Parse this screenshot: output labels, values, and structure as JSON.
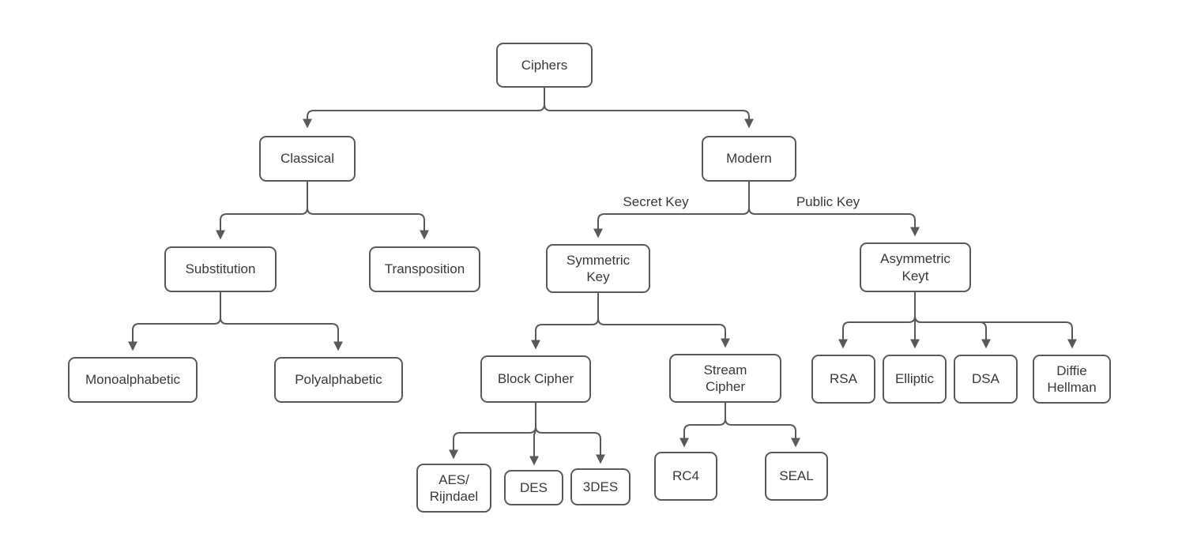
{
  "diagram": {
    "background": "#ffffff",
    "line_color": "#595959",
    "box_border_color": "#595959",
    "text_color": "#383838",
    "nodes": {
      "ciphers": {
        "label": "Ciphers"
      },
      "classical": {
        "label": "Classical"
      },
      "modern": {
        "label": "Modern"
      },
      "substitution": {
        "label": "Substitution"
      },
      "transposition": {
        "label": "Transposition"
      },
      "monoalphabetic": {
        "label": "Monoalphabetic"
      },
      "polyalphabetic": {
        "label": "Polyalphabetic"
      },
      "symmetric_key": {
        "label": "Symmetric\nKey"
      },
      "asymmetric_key": {
        "label": "Asymmetric\nKeyt"
      },
      "block_cipher": {
        "label": "Block Cipher"
      },
      "stream_cipher": {
        "label": "Stream\nCipher"
      },
      "aes_rijndael": {
        "label": "AES/\nRijndael"
      },
      "des": {
        "label": "DES"
      },
      "three_des": {
        "label": "3DES"
      },
      "rc4": {
        "label": "RC4"
      },
      "seal": {
        "label": "SEAL"
      },
      "rsa": {
        "label": "RSA"
      },
      "elliptic": {
        "label": "Elliptic"
      },
      "dsa": {
        "label": "DSA"
      },
      "diffie_hellman": {
        "label": "Diffie\nHellman"
      }
    },
    "edge_labels": {
      "secret_key": "Secret Key",
      "public_key": "Public Key"
    },
    "edges": [
      {
        "from": "ciphers",
        "to": "classical"
      },
      {
        "from": "ciphers",
        "to": "modern"
      },
      {
        "from": "classical",
        "to": "substitution"
      },
      {
        "from": "classical",
        "to": "transposition"
      },
      {
        "from": "substitution",
        "to": "monoalphabetic"
      },
      {
        "from": "substitution",
        "to": "polyalphabetic"
      },
      {
        "from": "modern",
        "to": "symmetric_key",
        "label": "Secret Key"
      },
      {
        "from": "modern",
        "to": "asymmetric_key",
        "label": "Public Key"
      },
      {
        "from": "symmetric_key",
        "to": "block_cipher"
      },
      {
        "from": "symmetric_key",
        "to": "stream_cipher"
      },
      {
        "from": "asymmetric_key",
        "to": "rsa"
      },
      {
        "from": "asymmetric_key",
        "to": "elliptic"
      },
      {
        "from": "asymmetric_key",
        "to": "dsa"
      },
      {
        "from": "asymmetric_key",
        "to": "diffie_hellman"
      },
      {
        "from": "block_cipher",
        "to": "aes_rijndael"
      },
      {
        "from": "block_cipher",
        "to": "des"
      },
      {
        "from": "block_cipher",
        "to": "three_des"
      },
      {
        "from": "stream_cipher",
        "to": "rc4"
      },
      {
        "from": "stream_cipher",
        "to": "seal"
      }
    ]
  }
}
